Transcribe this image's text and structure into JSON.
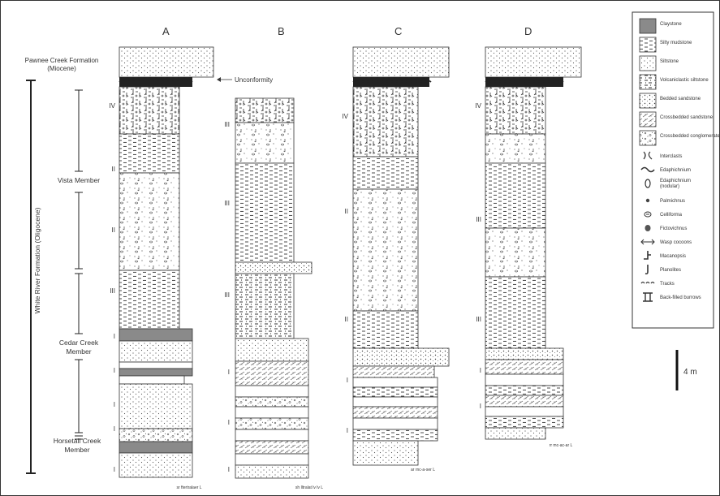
{
  "columns": [
    {
      "id": "A",
      "label": "A",
      "scale_caption": "sr ftertralaer L",
      "units": [
        "IV",
        "II",
        "II",
        "III",
        "I",
        "I",
        "I",
        "I",
        "I"
      ]
    },
    {
      "id": "B",
      "label": "B",
      "scale_caption": "sh lltralat lv lv L",
      "units": [
        "III",
        "III",
        "III",
        "I",
        "I",
        "I"
      ]
    },
    {
      "id": "C",
      "label": "C",
      "scale_caption": "ar rnc-a-ser L",
      "units": [
        "IV",
        "II",
        "II",
        "I",
        "I"
      ]
    },
    {
      "id": "D",
      "label": "D",
      "scale_caption": "rr mc-ac-ar L",
      "units": [
        "IV",
        "III",
        "III",
        "I",
        "I"
      ]
    }
  ],
  "left_labels": {
    "pawnee_creek": [
      "Pawnee Creek Formation",
      "(Miocene)"
    ],
    "vista": "Vista Member",
    "cedar_creek": [
      "Cedar Creek",
      "Member"
    ],
    "horsetail_creek": [
      "Horsetail Creek",
      "Member"
    ],
    "white_river": "White River Formation (Oligocene)"
  },
  "annotation": "Unconformity",
  "scale_bar_label": "4 m",
  "legend": [
    {
      "name": "claystone",
      "label": "Claystone",
      "pattern": "gray"
    },
    {
      "name": "silty-mudstone",
      "label": "Silty mudstone",
      "pattern": "dash"
    },
    {
      "name": "siltstone",
      "label": "Siltstone",
      "pattern": "dot"
    },
    {
      "name": "volcanic-siltstone",
      "label": "Volcaniclastic siltstone",
      "pattern": "dashdot"
    },
    {
      "name": "bedded-sandstone",
      "label": "Bedded sandstone",
      "pattern": "dot2"
    },
    {
      "name": "crossbedded-sandstone",
      "label": "Crossbedded sandstone",
      "pattern": "cross"
    },
    {
      "name": "crossbedded-conglomerate",
      "label": "Crossbedded conglomerate",
      "pattern": "cong"
    },
    {
      "name": "interclasts",
      "label": "Interclasts",
      "pattern": "ic-inter"
    },
    {
      "name": "edaphichnium",
      "label": "Edaphichnium",
      "pattern": "ic-edap"
    },
    {
      "name": "edaphichnium-nodular",
      "label": "Edaphichnium (nodular)",
      "pattern": "ic-edapn"
    },
    {
      "name": "palmichnus",
      "label": "Palmichnus",
      "pattern": "ic-dot"
    },
    {
      "name": "celliforma",
      "label": "Celliforma",
      "pattern": "ic-cell"
    },
    {
      "name": "fictovichnus",
      "label": "Fictovichnus",
      "pattern": "ic-blob"
    },
    {
      "name": "wasp-cocoons",
      "label": "Wasp cocoons",
      "pattern": "ic-arrow"
    },
    {
      "name": "macanopsis",
      "label": "Macanopsis",
      "pattern": "ic-mac"
    },
    {
      "name": "planolites",
      "label": "Planolites",
      "pattern": "ic-plan"
    },
    {
      "name": "tracks",
      "label": "Tracks",
      "pattern": "ic-track"
    },
    {
      "name": "back-filled-burrows",
      "label": "Back-filled burrows",
      "pattern": "ic-back"
    }
  ],
  "colors": {
    "line": "#333333",
    "claystone": "#888888",
    "rule": "#222222"
  }
}
